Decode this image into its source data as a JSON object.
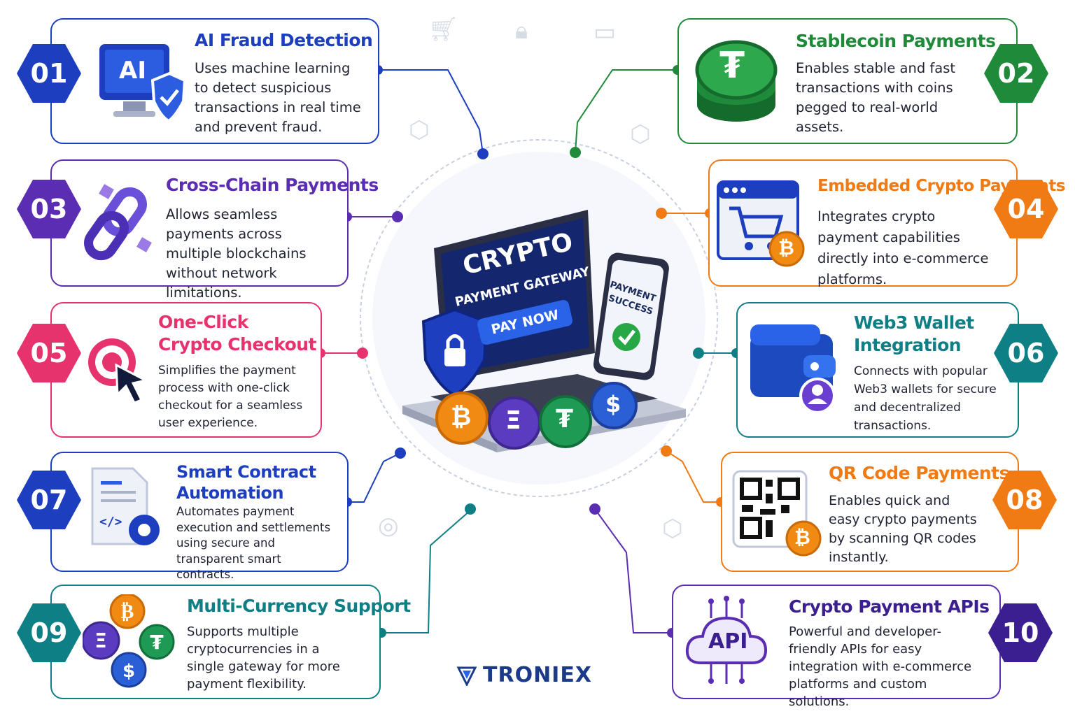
{
  "brand": {
    "name": "TRONIEX"
  },
  "center": {
    "screen_title": "CRYPTO",
    "screen_subtitle": "PAYMENT GATEWAY",
    "pay_button": "PAY NOW",
    "phone_text_1": "PAYMENT",
    "phone_text_2": "SUCCESS",
    "coin_symbols": [
      "₿",
      "Ξ",
      "₮",
      "$"
    ]
  },
  "colors": {
    "blue": "#1d3fbf",
    "green": "#1f8a3a",
    "purple": "#5b2db3",
    "orange": "#f07a14",
    "pink": "#e6336e",
    "teal": "#0f7f86",
    "navy": "#1a3a8f",
    "dark_purple": "#3b1e8f"
  },
  "features": [
    {
      "number": "01",
      "title": "AI Fraud Detection",
      "title2": "",
      "description": "Uses machine learning to detect suspicious transactions in real time and prevent fraud.",
      "icon": "ai-shield-icon",
      "icon_text": "AI"
    },
    {
      "number": "02",
      "title": "Stablecoin Payments",
      "title2": "",
      "description": "Enables stable and fast transactions with coins pegged to real-world assets.",
      "icon": "stablecoin-stack-icon",
      "icon_text": "₮"
    },
    {
      "number": "03",
      "title": "Cross-Chain Payments",
      "title2": "",
      "description": "Allows seamless payments across multiple blockchains without network limitations.",
      "icon": "chain-link-icon",
      "icon_text": ""
    },
    {
      "number": "04",
      "title": "Embedded Crypto Payments",
      "title2": "",
      "description": "Integrates crypto payment capabilities directly into e-commerce platforms.",
      "icon": "cart-browser-icon",
      "icon_text": "₿"
    },
    {
      "number": "05",
      "title": "One-Click",
      "title2": "Crypto Checkout",
      "description": "Simplifies the payment process with one-click checkout for a seamless user experience.",
      "icon": "target-cursor-icon",
      "icon_text": ""
    },
    {
      "number": "06",
      "title": "Web3 Wallet",
      "title2": "Integration",
      "description": "Connects with popular Web3 wallets for secure and decentralized transactions.",
      "icon": "wallet-user-icon",
      "icon_text": ""
    },
    {
      "number": "07",
      "title": "Smart Contract",
      "title2": "Automation",
      "description": "Automates payment execution and settlements using secure and transparent smart contracts.",
      "icon": "contract-gear-icon",
      "icon_text": "</>"
    },
    {
      "number": "08",
      "title": "QR Code Payments",
      "title2": "",
      "description": "Enables quick and easy crypto payments by scanning QR codes instantly.",
      "icon": "qr-code-icon",
      "icon_text": "₿"
    },
    {
      "number": "09",
      "title": "Multi-Currency Support",
      "title2": "",
      "description": "Supports multiple cryptocurrencies in a single gateway for more payment flexibility.",
      "icon": "multi-coin-icon",
      "icon_text": ""
    },
    {
      "number": "10",
      "title": "Crypto Payment APIs",
      "title2": "",
      "description": "Powerful and developer-friendly APIs for easy integration with e-commerce platforms and custom solutions.",
      "icon": "api-cloud-icon",
      "icon_text": "API"
    }
  ]
}
